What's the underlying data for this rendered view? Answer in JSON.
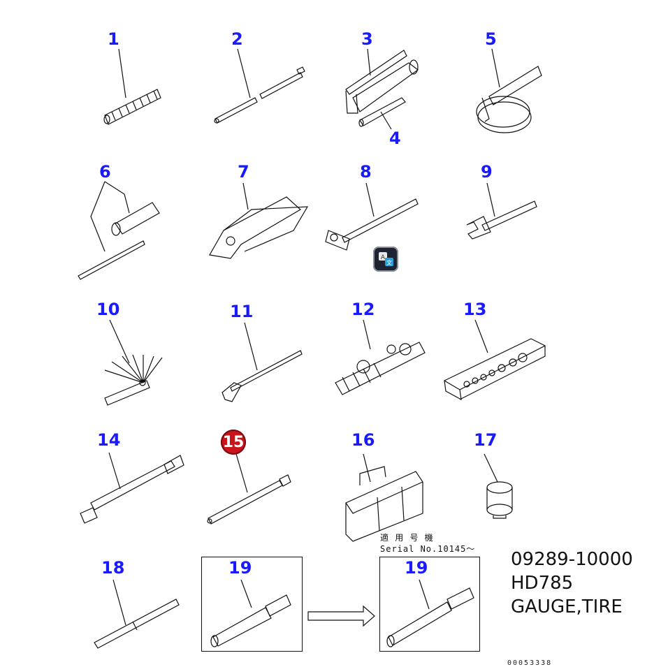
{
  "items": [
    {
      "id": "1",
      "label": "1"
    },
    {
      "id": "2",
      "label": "2"
    },
    {
      "id": "3",
      "label": "3"
    },
    {
      "id": "4",
      "label": "4"
    },
    {
      "id": "5",
      "label": "5"
    },
    {
      "id": "6",
      "label": "6"
    },
    {
      "id": "7",
      "label": "7"
    },
    {
      "id": "8",
      "label": "8"
    },
    {
      "id": "9",
      "label": "9"
    },
    {
      "id": "10",
      "label": "10"
    },
    {
      "id": "11",
      "label": "11"
    },
    {
      "id": "12",
      "label": "12"
    },
    {
      "id": "13",
      "label": "13"
    },
    {
      "id": "14",
      "label": "14"
    },
    {
      "id": "15",
      "label": "15"
    },
    {
      "id": "16",
      "label": "16"
    },
    {
      "id": "17",
      "label": "17"
    },
    {
      "id": "18",
      "label": "18"
    },
    {
      "id": "19a",
      "label": "19"
    },
    {
      "id": "19b",
      "label": "19"
    }
  ],
  "highlighted_item": "15",
  "serial_note": {
    "line1": "適 用 号 機",
    "line2": "Serial No.10145～"
  },
  "part_info": {
    "part_number": "09289-10000",
    "model": "HD785",
    "description": "GAUGE,TIRE"
  },
  "document_number": "00053338",
  "colors": {
    "label": "#1a1aff",
    "highlight": "#c8141a",
    "line": "#111111"
  },
  "icons": [
    "translate-app-icon",
    "arrow-right-icon"
  ]
}
